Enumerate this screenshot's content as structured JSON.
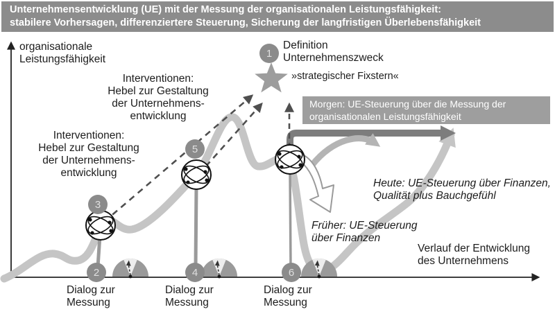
{
  "header": {
    "text": "Unternehmensentwicklung (UE) mit der Messung der organisationalen Leistungsfähigkeit:\nstabilere Vorhersagen, differenziertere Steuerung, Sicherung der langfristigen Überlebensfähigkeit"
  },
  "axes": {
    "y_label": "organisationale\nLeistungsfähigkeit",
    "x_label": "Verlauf der Entwicklung\ndes Unternehmens"
  },
  "labels": {
    "interventionen": "Interventionen:\nHebel zur Gestaltung\nder Unternehmens-\nentwicklung",
    "definition": "Definition\nUnternehmenszweck",
    "fixstern": "»strategischer Fixstern«",
    "morgen": "Morgen: UE-Steuerung über die Messung der\norganisationalen Leistungsfähigkeit",
    "heute": "Heute: UE-Steuerung über Finanzen,\nQualität plus Bauchgefühl",
    "frueher": "Früher: UE-Steuerung\nüber Finanzen",
    "dialog": "Dialog zur\nMessung"
  },
  "markers": [
    "1",
    "2",
    "3",
    "4",
    "5",
    "6"
  ],
  "icons": {
    "star": "star-icon",
    "globe": "globe-icon",
    "gauge": "gauge-icon"
  },
  "colors": {
    "header_bg": "#8c8c8c",
    "morgen_box_bg": "#9e9e9e",
    "curve": "#c5c5c5",
    "morgen_arrow": "#7d7d7d",
    "marker_bg": "#8b8b8b",
    "star": "#9d9d9d",
    "dashed_line": "#4f4f4f",
    "text": "#1c1c1c"
  }
}
